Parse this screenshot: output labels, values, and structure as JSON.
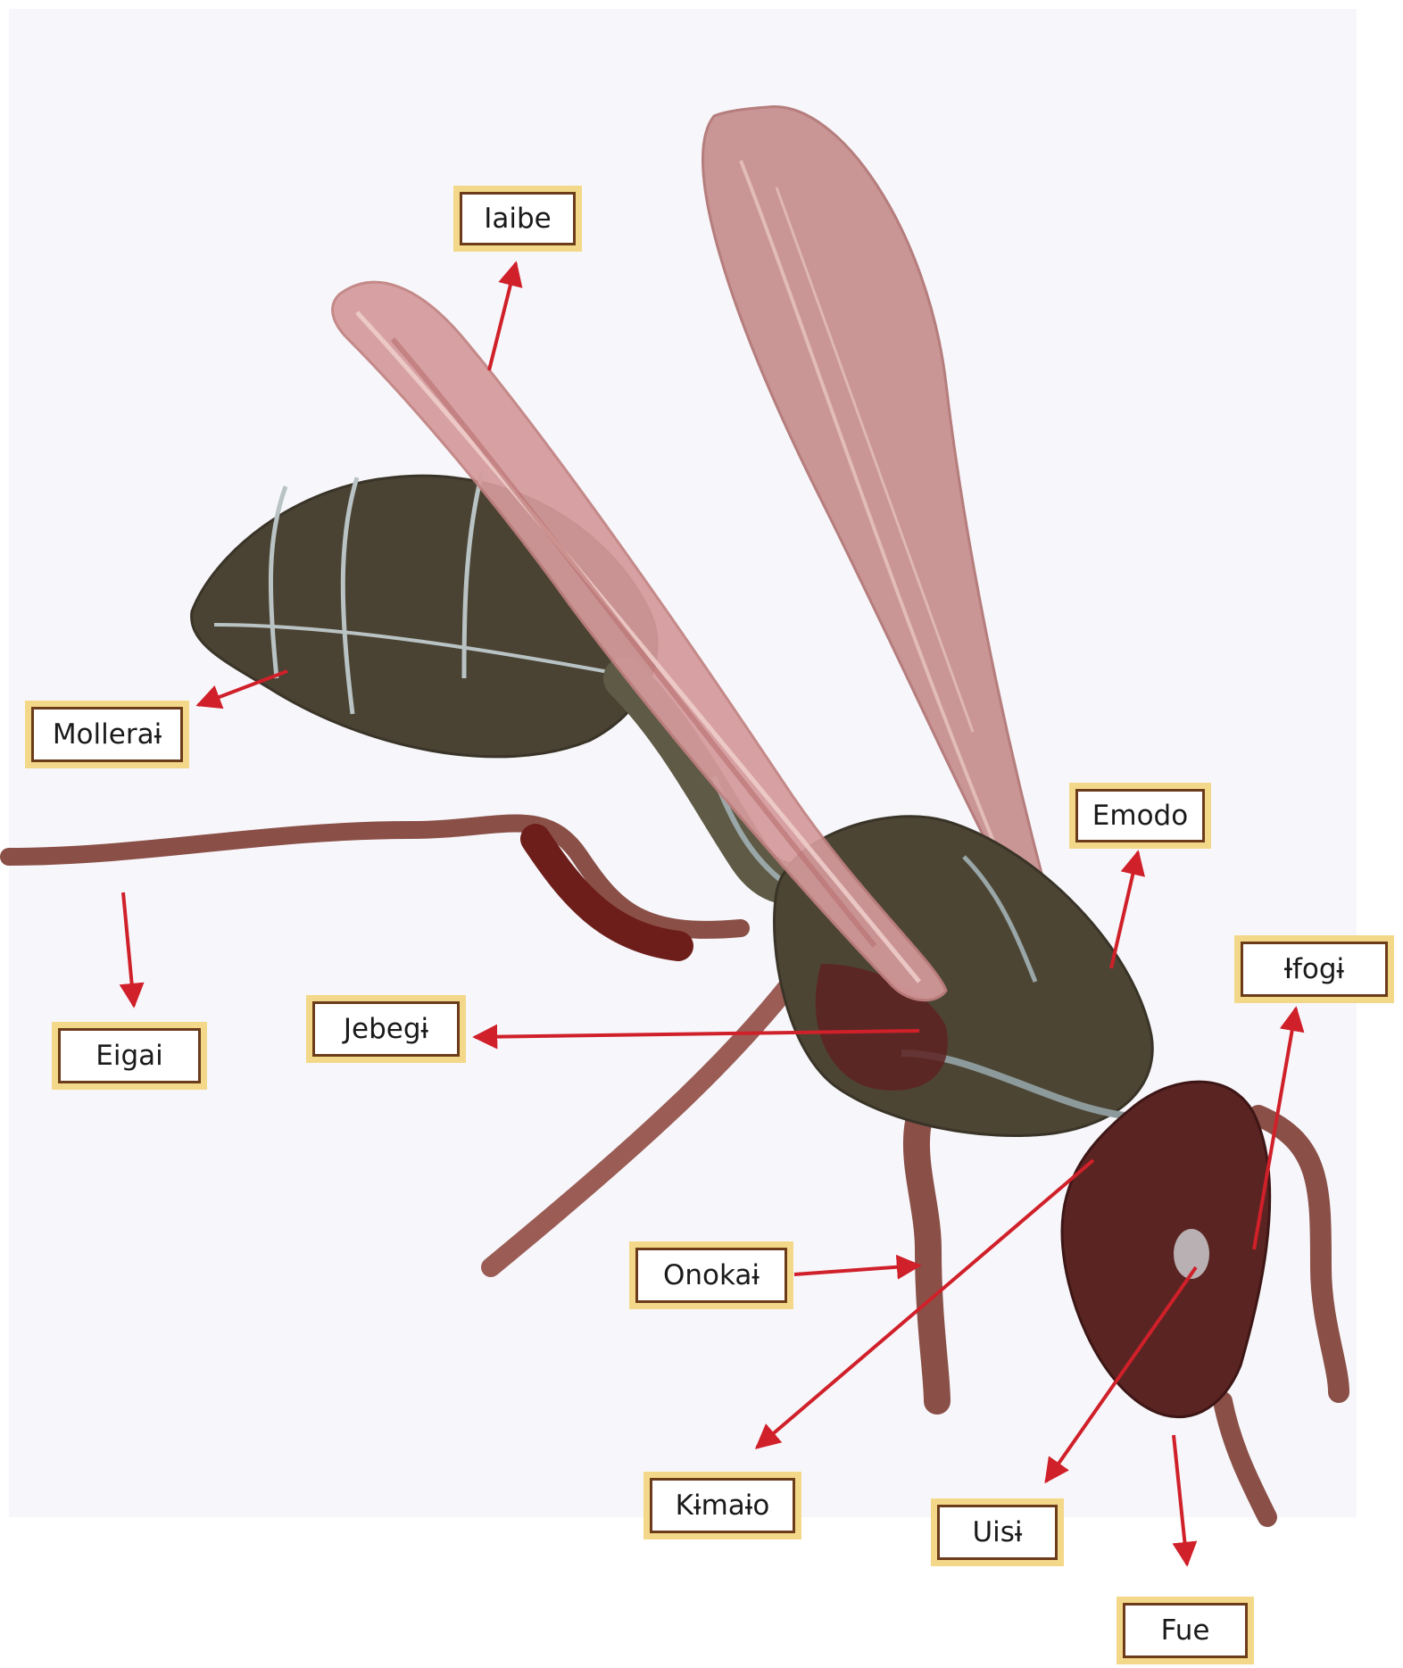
{
  "labels": {
    "iaibe": "Iaibe",
    "mollerai": "Molleraɨ",
    "eigai": "Eigai",
    "jebegi": "Jebegɨ",
    "emodo": "Emodo",
    "ifogi": "Ɨfogɨ",
    "onokai": "Onokaɨ",
    "kimaio": "Kɨmaɨo",
    "uisi": "Uisɨ",
    "fue": "Fue"
  },
  "colors": {
    "arrow": "#d0202a",
    "label_border": "#6b3b1a",
    "label_halo": "#f4d889",
    "wing": "#c58b8b",
    "body": "#4a4233",
    "head": "#5a2422",
    "leg": "#8a4f47"
  }
}
